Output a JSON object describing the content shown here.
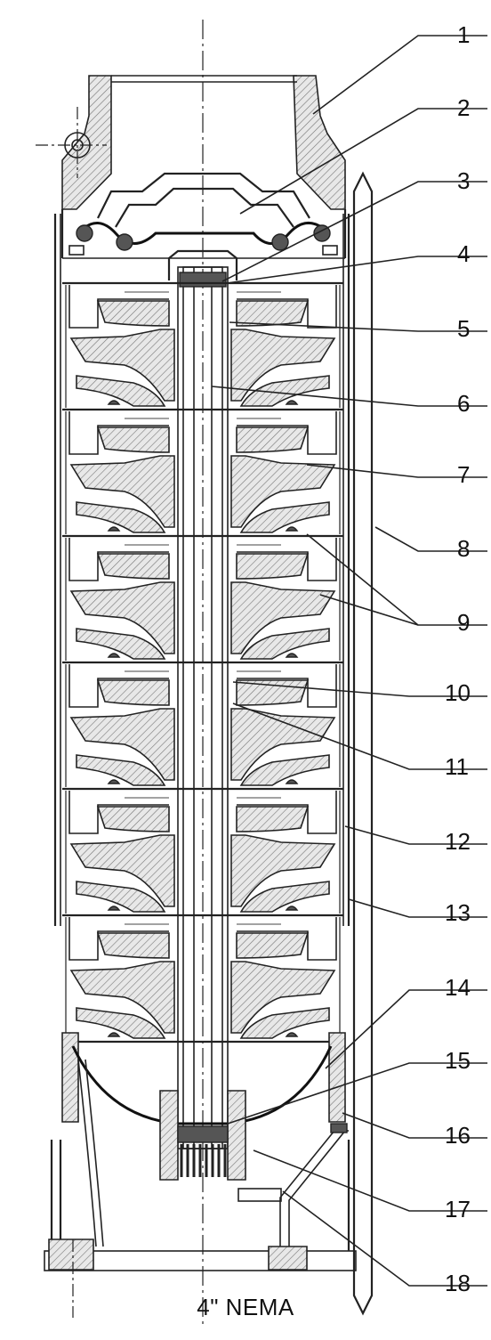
{
  "callouts": [
    {
      "label": "1"
    },
    {
      "label": "2"
    },
    {
      "label": "3"
    },
    {
      "label": "4"
    },
    {
      "label": "5"
    },
    {
      "label": "6"
    },
    {
      "label": "7"
    },
    {
      "label": "8"
    },
    {
      "label": "9"
    },
    {
      "label": "10"
    },
    {
      "label": "11"
    },
    {
      "label": "12"
    },
    {
      "label": "13"
    },
    {
      "label": "14"
    },
    {
      "label": "15"
    },
    {
      "label": "16"
    },
    {
      "label": "17"
    },
    {
      "label": "18"
    }
  ],
  "caption": "4\" NEMA",
  "stage_count": 6
}
